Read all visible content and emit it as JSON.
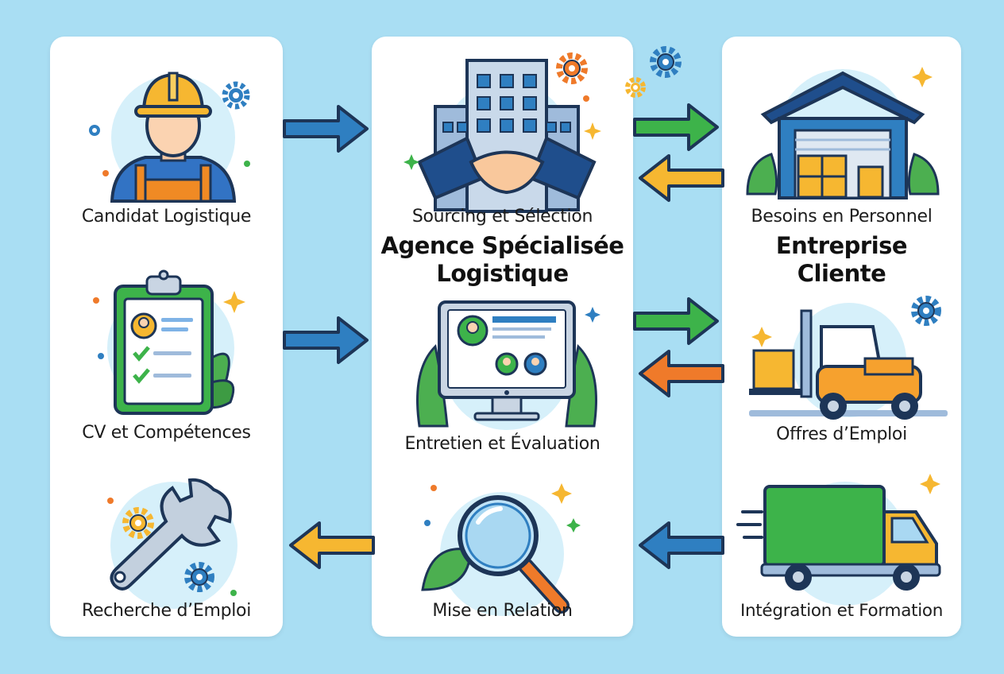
{
  "left_column": {
    "candidate_label": "Candidat Logistique",
    "cv_label": "CV et Compétences",
    "job_search_label": "Recherche d’Emploi"
  },
  "middle_column": {
    "sourcing_label": "Sourcing et Sélection",
    "agency_title_line1": "Agence Spécialisée",
    "agency_title_line2": "Logistique",
    "interview_label": "Entretien et Évaluation",
    "matching_label": "Mise en Relation"
  },
  "right_column": {
    "staff_needs_label": "Besoins en Personnel",
    "client_title_line1": "Entreprise",
    "client_title_line2": "Cliente",
    "job_offers_label": "Offres d’Emploi",
    "onboarding_label": "Intégration et Formation"
  },
  "icons": {
    "worker": "worker-hardhat-icon",
    "clipboard": "cv-clipboard-icon",
    "wrench": "wrench-gears-icon",
    "building": "building-handshake-icon",
    "monitor": "monitor-profiles-icon",
    "magnifier": "magnifier-icon",
    "warehouse": "warehouse-icon",
    "forklift": "forklift-icon",
    "truck": "delivery-truck-icon"
  },
  "colors": {
    "background": "#a9def3",
    "panel": "#ffffff",
    "arrow_blue": "#2f7fc1",
    "arrow_green": "#3db34a",
    "arrow_orange": "#f3a43b",
    "arrow_deep_orange": "#ef7a2a"
  }
}
